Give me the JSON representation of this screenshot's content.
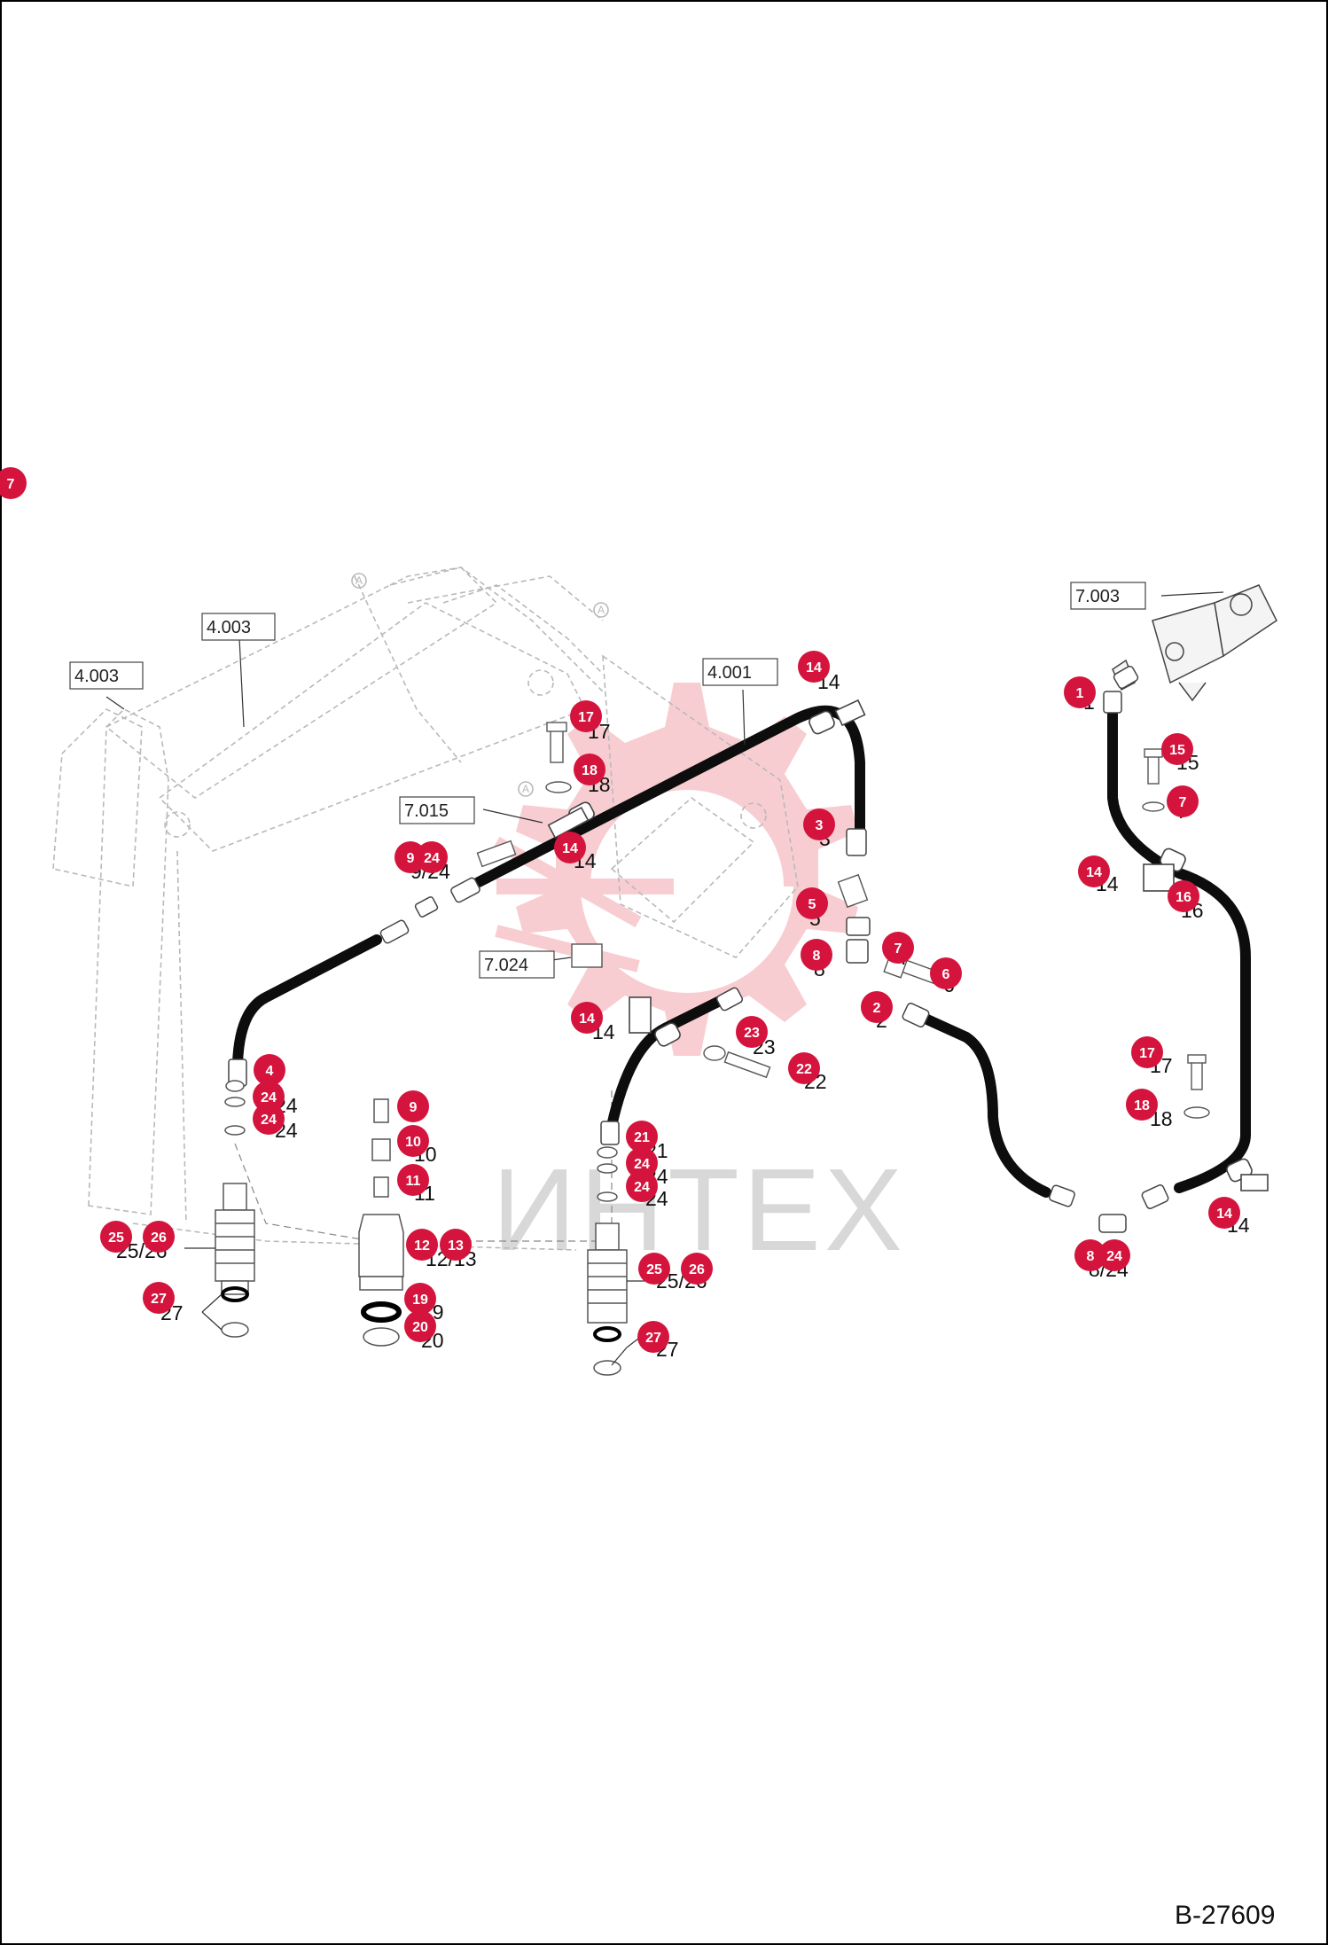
{
  "drawing_code": "B-27609",
  "watermark": "ИНТЕХ",
  "colors": {
    "hose": "#0d0d0d",
    "callout_fill": "#d4143c",
    "watermark_gear": "#f4a6ad",
    "ghost_line": "#b9b9b9",
    "part_line": "#555555"
  },
  "reference_boxes": [
    {
      "id": "ref-4003-left",
      "label": "4.003"
    },
    {
      "id": "ref-4003-mid",
      "label": "4.003"
    },
    {
      "id": "ref-4001",
      "label": "4.001"
    },
    {
      "id": "ref-7015",
      "label": "7.015"
    },
    {
      "id": "ref-7024",
      "label": "7.024"
    },
    {
      "id": "ref-7003",
      "label": "7.003"
    }
  ],
  "callouts": [
    {
      "num": "7",
      "side": ""
    },
    {
      "num": "14",
      "side": "14"
    },
    {
      "num": "17",
      "side": "17"
    },
    {
      "num": "18",
      "side": "18"
    },
    {
      "num": "14",
      "side": "14"
    },
    {
      "num": "9",
      "side": "9/24"
    },
    {
      "num": "24",
      "side": ""
    },
    {
      "num": "3",
      "side": "3"
    },
    {
      "num": "5",
      "side": "5"
    },
    {
      "num": "8",
      "side": "8"
    },
    {
      "num": "7",
      "side": "7"
    },
    {
      "num": "6",
      "side": "6"
    },
    {
      "num": "2",
      "side": "2"
    },
    {
      "num": "14",
      "side": "14"
    },
    {
      "num": "23",
      "side": "23"
    },
    {
      "num": "22",
      "side": "22"
    },
    {
      "num": "1",
      "side": "1"
    },
    {
      "num": "15",
      "side": "15"
    },
    {
      "num": "7",
      "side": "7"
    },
    {
      "num": "14",
      "side": "14"
    },
    {
      "num": "16",
      "side": "16"
    },
    {
      "num": "17",
      "side": "17"
    },
    {
      "num": "18",
      "side": "18"
    },
    {
      "num": "14",
      "side": "14"
    },
    {
      "num": "8",
      "side": "8/24"
    },
    {
      "num": "24",
      "side": ""
    },
    {
      "num": "4",
      "side": "4"
    },
    {
      "num": "24",
      "side": "24"
    },
    {
      "num": "24",
      "side": "24"
    },
    {
      "num": "25",
      "side": "25/26"
    },
    {
      "num": "26",
      "side": ""
    },
    {
      "num": "27",
      "side": "27"
    },
    {
      "num": "9",
      "side": "9"
    },
    {
      "num": "10",
      "side": "10"
    },
    {
      "num": "11",
      "side": "11"
    },
    {
      "num": "12",
      "side": "12/13"
    },
    {
      "num": "13",
      "side": ""
    },
    {
      "num": "19",
      "side": "19"
    },
    {
      "num": "20",
      "side": "20"
    },
    {
      "num": "21",
      "side": "21"
    },
    {
      "num": "24",
      "side": "24"
    },
    {
      "num": "24",
      "side": "24"
    },
    {
      "num": "25",
      "side": "25/26"
    },
    {
      "num": "26",
      "side": ""
    },
    {
      "num": "27",
      "side": "27"
    }
  ]
}
